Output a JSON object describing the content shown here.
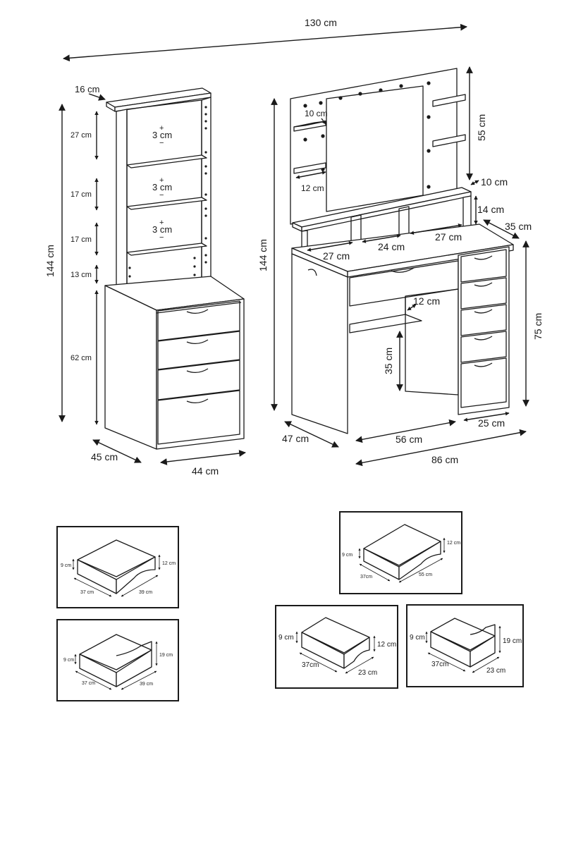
{
  "overall": {
    "width_label": "130 cm"
  },
  "cabinet": {
    "height_label": "144 cm",
    "top_depth_label": "16 cm",
    "shelf_gaps": [
      "27 cm",
      "17 cm",
      "17 cm",
      "13 cm"
    ],
    "adjust_labels": [
      "3 cm",
      "3 cm",
      "3 cm"
    ],
    "base_height_label": "62 cm",
    "depth_label": "45 cm",
    "width_label": "44 cm",
    "plus": "+",
    "minus": "−"
  },
  "vanity": {
    "height_label": "144 cm",
    "mirror_height_label": "55 cm",
    "shelf_small_label": "10 cm",
    "shelf_left_width_label": "12 cm",
    "shelf_right_label": "10 cm",
    "hutch_height_label": "14 cm",
    "hutch_depth_label": "35 cm",
    "comp_left_label": "27 cm",
    "comp_mid_label": "24 cm",
    "comp_right_label": "27 cm",
    "desk_height_label": "75 cm",
    "shelf_gap_label": "12 cm",
    "knee_height_label": "35 cm",
    "depth_label": "47 cm",
    "knee_width_label": "56 cm",
    "drawer_width_label": "25 cm",
    "total_width_label": "86 cm"
  },
  "drawer_boxes": [
    {
      "front_height": "12 cm",
      "side_height": "9 cm",
      "depth": "37 cm",
      "width": "39 cm"
    },
    {
      "front_height": "19 cm",
      "side_height": "9 cm",
      "depth": "37 cm",
      "width": "39 cm"
    },
    {
      "front_height": "12 cm",
      "side_height": "9 cm",
      "depth": "37cm",
      "width": "55 cm"
    },
    {
      "front_height": "12 cm",
      "side_height": "9 cm",
      "depth": "37cm",
      "width": "23 cm"
    },
    {
      "front_height": "19 cm",
      "side_height": "9 cm",
      "depth": "37cm",
      "width": "23 cm"
    }
  ]
}
